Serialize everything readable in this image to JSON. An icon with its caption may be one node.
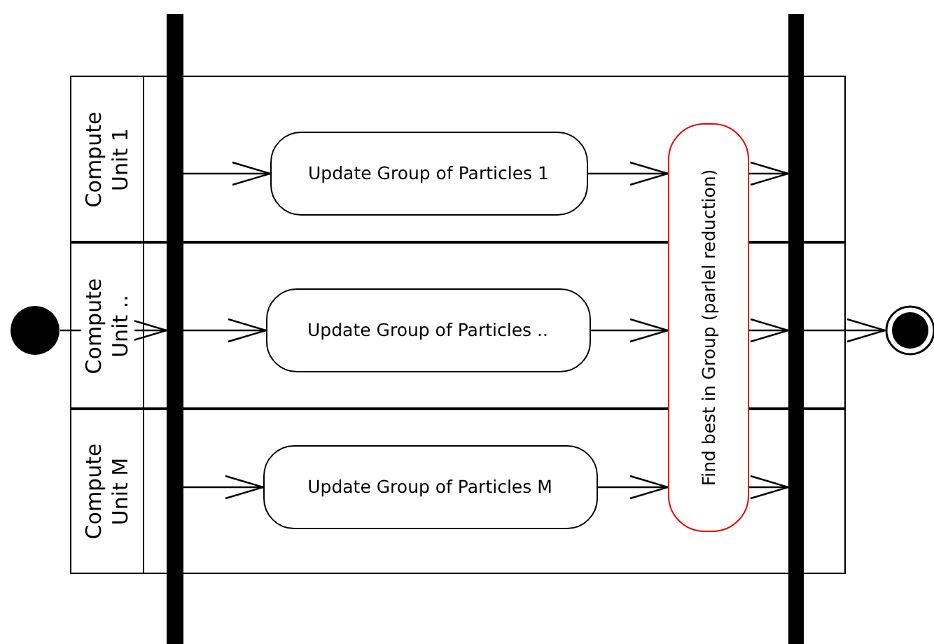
{
  "diagram": {
    "nodes": [
      {
        "text": [
          "Compute Unit 1"
        ]
      },
      {
        "text": [
          "Compute Unit .."
        ]
      },
      {
        "text": [
          "Compute Unit M"
        ]
      },
      {
        "text": [],
        "shape": "circle"
      },
      {
        "text": [],
        "shape": "bar"
      },
      {
        "text": [
          "Update Group of Particles 1"
        ],
        "in": 0
      },
      {
        "text": [
          "Update Group of Particles .."
        ],
        "in": 1
      },
      {
        "text": [
          "Update Group of Particles M"
        ],
        "in": 2
      },
      {
        "text": [
          "Find best in Group (parlel reduction)"
        ]
      },
      {
        "text": [],
        "shape": "bar"
      },
      {
        "text": [],
        "shape": "circle"
      }
    ],
    "edges": [
      {
        "from": 3,
        "to": 4,
        "arrow": "to"
      },
      {
        "from": 4,
        "to": 5,
        "arrow": "to"
      },
      {
        "from": 4,
        "to": 6,
        "arrow": "to"
      },
      {
        "from": 4,
        "to": 7,
        "arrow": "to"
      },
      {
        "from": 5,
        "to": 8,
        "arrow": "to"
      },
      {
        "from": 6,
        "to": 8,
        "arrow": "to"
      },
      {
        "from": 7,
        "to": 8,
        "arrow": "to"
      },
      {
        "from": 8,
        "to": 9,
        "arrow": "to"
      },
      {
        "from": 8,
        "to": 9,
        "arrow": "to"
      },
      {
        "from": 8,
        "to": 9,
        "arrow": "to"
      },
      {
        "from": 9,
        "to": 10,
        "arrow": "to"
      }
    ]
  }
}
